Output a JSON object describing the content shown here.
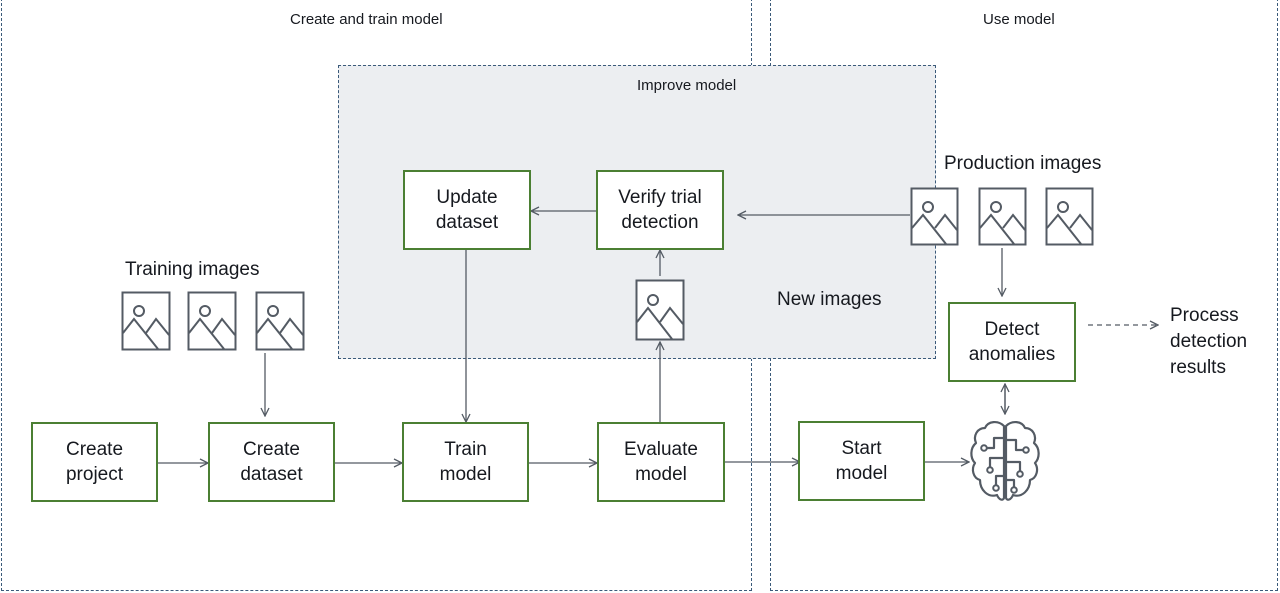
{
  "regions": {
    "create_train": "Create and train model",
    "use_model": "Use model",
    "improve": "Improve model"
  },
  "steps": {
    "create_project": "Create\nproject",
    "create_dataset": "Create\ndataset",
    "train_model": "Train\nmodel",
    "evaluate_model": "Evaluate\nmodel",
    "start_model": "Start\nmodel",
    "update_dataset": "Update\ndataset",
    "verify_trial": "Verify trial\ndetection",
    "detect_anomalies": "Detect\nanomalies"
  },
  "labels": {
    "training_images": "Training images",
    "production_images": "Production images",
    "new_images": "New images",
    "process_results": "Process\ndetection\nresults"
  },
  "icons": {
    "image": "image-icon",
    "brain": "ml-brain-icon"
  },
  "colors": {
    "step_border": "#4b7f33",
    "region_border": "#3b5a7a",
    "improve_fill": "#eceef1",
    "arrow": "#545b64"
  }
}
